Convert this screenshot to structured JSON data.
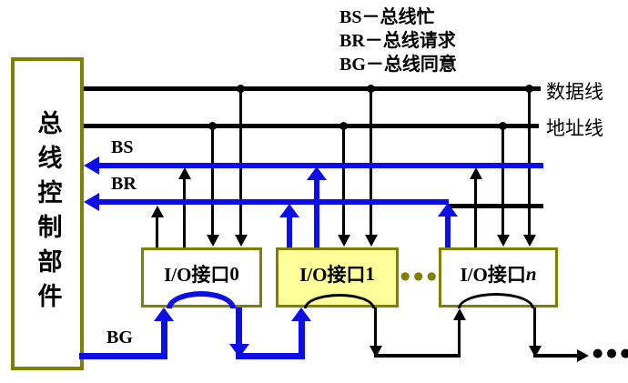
{
  "legend": {
    "lines": [
      "BS－总线忙",
      "BR－总线请求",
      "BG－总线同意"
    ]
  },
  "controller": {
    "label": "总线控制部件"
  },
  "buses": {
    "data": "数据线",
    "address": "地址线"
  },
  "signals": {
    "bs": "BS",
    "br": "BR",
    "bg": "BG"
  },
  "io_interfaces": [
    {
      "label": "I/O接口",
      "index": "0",
      "highlighted": false
    },
    {
      "label": "I/O接口",
      "index": "1",
      "highlighted": true
    },
    {
      "label": "I/O接口",
      "index": "n",
      "highlighted": false
    }
  ],
  "ellipsis": {
    "between_interfaces": "●●●",
    "chain_end": "●●●"
  },
  "colors": {
    "active_blue": "#0d0de6",
    "box_border_olive": "#7f7f00",
    "highlight_yellow": "#ffff99",
    "line_black": "#000000"
  }
}
